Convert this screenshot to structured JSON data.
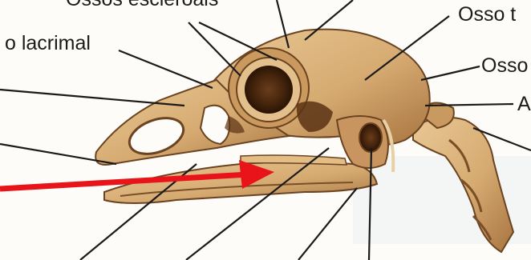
{
  "labels": {
    "top_cut": "Ossos escleroais",
    "lacrimal": "o lacrimal",
    "right_top": "Osso t",
    "right_mid": "Osso",
    "right_low": "A"
  },
  "colors": {
    "bone": "#d8b27c",
    "bone_dark": "#9c6b3a",
    "bone_shadow": "#6b4320",
    "cavity": "#4a2a12",
    "leader": "#1a1a1a",
    "arrow": "#e8141a",
    "paper": "#fdfcf8"
  },
  "icons": {
    "arrow": "red-pointer-arrow"
  }
}
